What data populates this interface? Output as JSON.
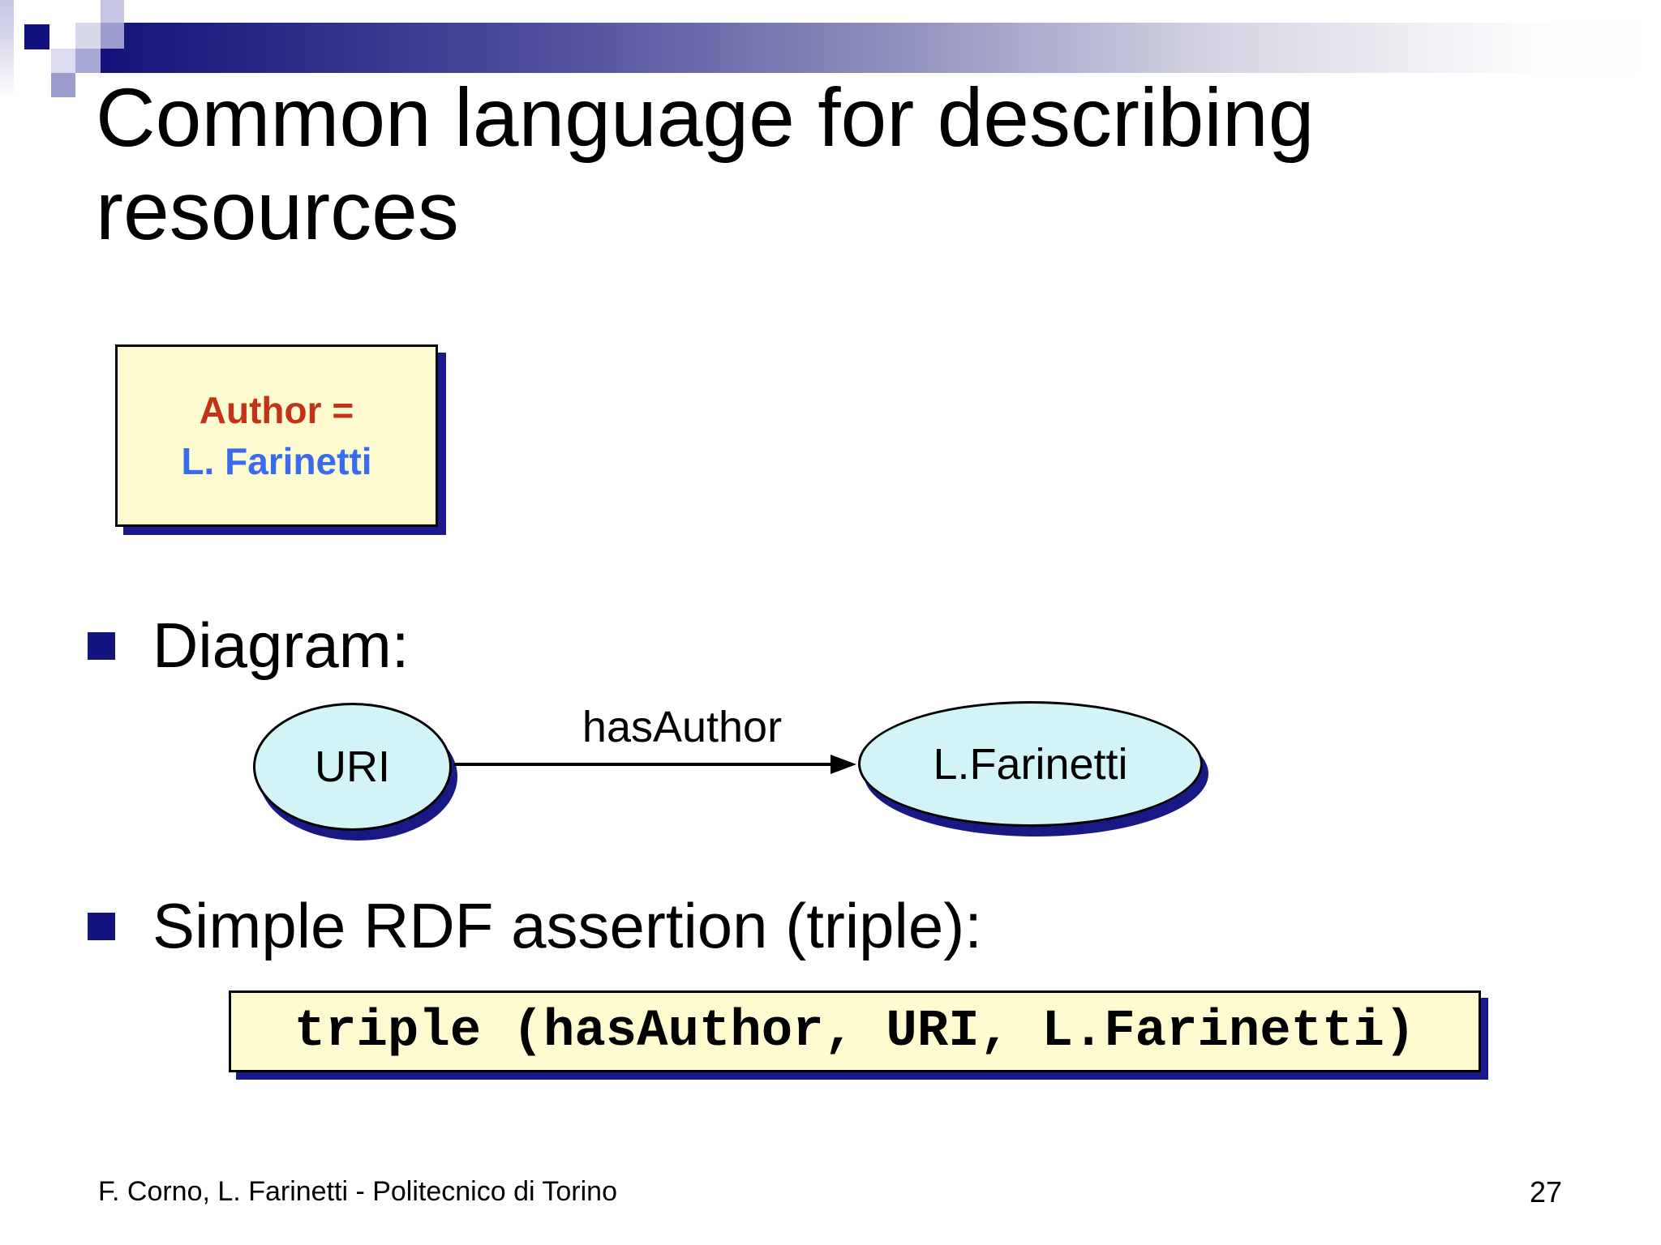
{
  "slide": {
    "title": "Common language for describing resources",
    "author_box": {
      "line1": "Author =",
      "line2": "L. Farinetti"
    },
    "bullets": [
      {
        "label": "Diagram:"
      },
      {
        "label": "Simple RDF assertion (triple):"
      }
    ],
    "diagram": {
      "subject": "URI",
      "predicate": "hasAuthor",
      "object": "L.Farinetti"
    },
    "code_box": "triple (hasAuthor, URI, L.Farinetti)",
    "footer": "F. Corno, L. Farinetti - Politecnico di Torino",
    "page_number": "27"
  },
  "colors": {
    "accent_navy": "#14147e",
    "shadow_navy": "#1a1a8c",
    "callout_fill": "#fffbd1",
    "node_fill": "#d2f4f6",
    "author_red": "#c43318",
    "author_blue": "#3a6aee",
    "lavender_light": "#d9d9ec",
    "lavender_medium": "#9c9cce"
  }
}
